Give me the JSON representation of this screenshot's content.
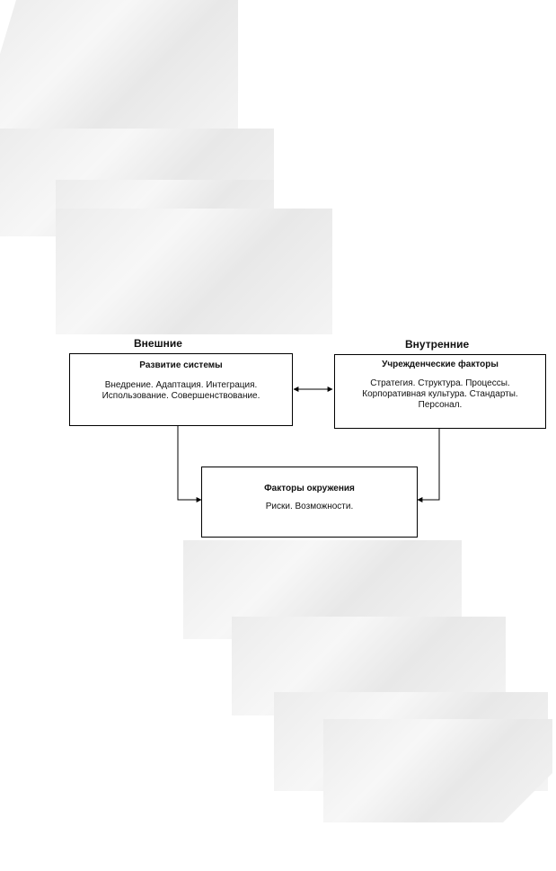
{
  "diagram": {
    "label_external": "Внешние",
    "label_internal": "Внутренние",
    "box_system": {
      "title": "Развитие системы",
      "line1": "Внедрение. Адаптация. Интеграция.",
      "line2": "Использование. Совершенствование."
    },
    "box_institutional": {
      "title": "Учрежденческие факторы",
      "line1": "Стратегия. Структура. Процессы.",
      "line2": "Корпоративная культура. Стандарты.",
      "line3": "Персонал."
    },
    "box_environment": {
      "title": "Факторы окружения",
      "line1": "Риски. Возможности."
    }
  }
}
